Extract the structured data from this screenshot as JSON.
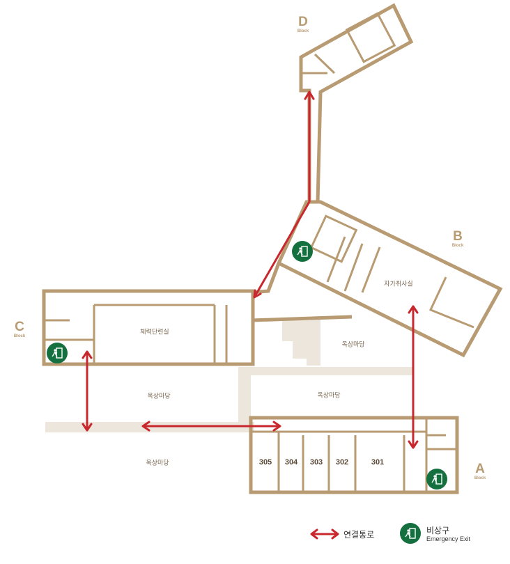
{
  "blocks": {
    "a": {
      "letter": "A",
      "word": "Block"
    },
    "b": {
      "letter": "B",
      "word": "Block"
    },
    "c": {
      "letter": "C",
      "word": "Block"
    },
    "d": {
      "letter": "D",
      "word": "Block"
    }
  },
  "areas": {
    "fitness_room": "체력단련실",
    "self_catering_room": "자가취사실",
    "rooftop_yard_1": "옥상마당",
    "rooftop_yard_2": "옥상마당",
    "rooftop_yard_3": "옥상마당",
    "rooftop_yard_4": "옥상마당"
  },
  "rooms": [
    "305",
    "304",
    "303",
    "302",
    "301"
  ],
  "legend": {
    "passage_label": "연결통로",
    "exit_label_ko": "비상구",
    "exit_label_en": "Emergency Exit"
  },
  "colors": {
    "wall": "#b89b72",
    "passage_arrow": "#c8282d",
    "emergency_exit": "#15703f",
    "walkway": "#ece6dc"
  },
  "icons": {
    "emergency_exit": "emergency-exit-icon",
    "passage": "double-arrow-icon"
  }
}
